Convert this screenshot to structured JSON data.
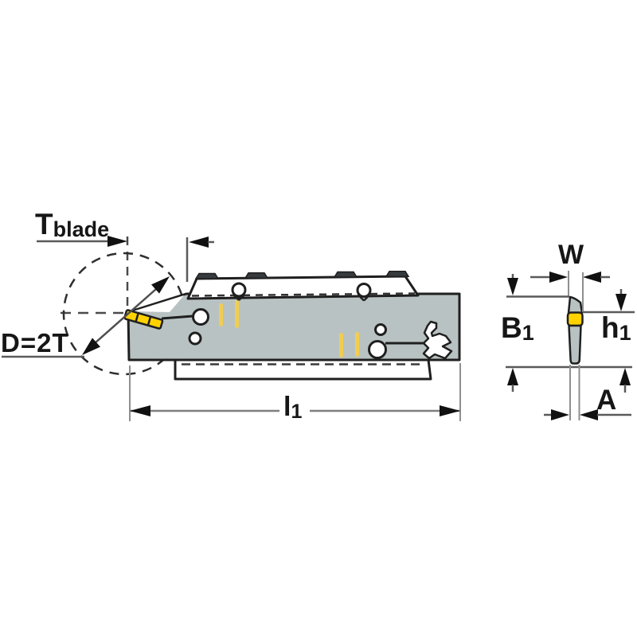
{
  "figure": {
    "labels": {
      "t_blade": {
        "main": "T",
        "sub": "blade"
      },
      "d_2t": {
        "text": "D=2T"
      },
      "l1": {
        "main": "l",
        "sub": "1"
      },
      "w": {
        "text": "W"
      },
      "b1": {
        "main": "B",
        "sub": "1"
      },
      "h1": {
        "main": "h",
        "sub": "1"
      },
      "a": {
        "text": "A"
      }
    },
    "colors": {
      "body": "#b9c2c2",
      "insert": "#ffd200",
      "insert_marks": "#f0cd52",
      "outline": "#1f1f1f",
      "dim_line": "#5a5a5a",
      "ext_line": "#8f8f8f",
      "arrowhead": "#111111",
      "background": "#ffffff"
    }
  }
}
